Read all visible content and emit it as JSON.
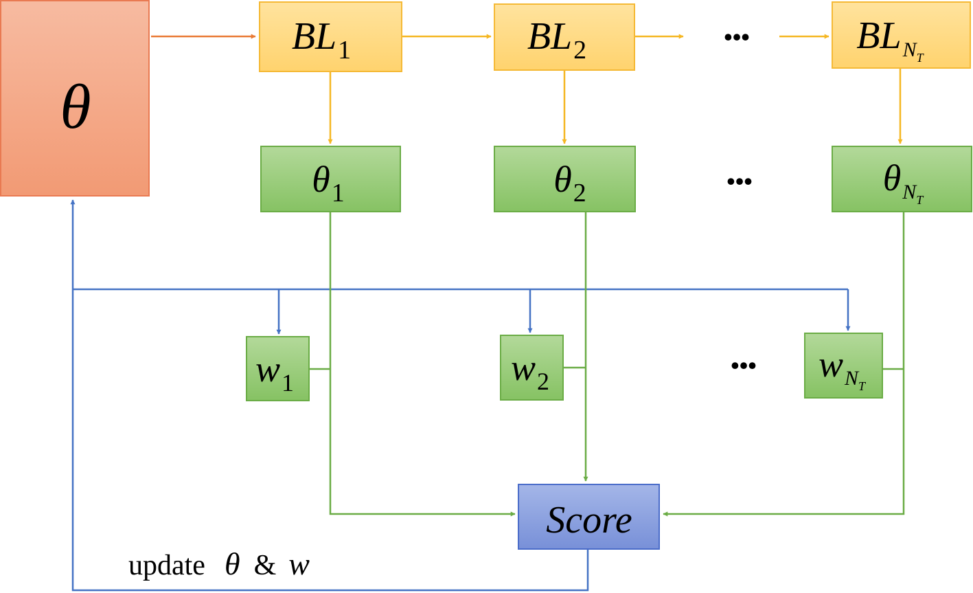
{
  "colors": {
    "theta_fill": "#F4A07E",
    "theta_fill_top": "#F7BBA1",
    "theta_stroke": "#E97A52",
    "bl_fill": "#FFD67A",
    "bl_fill_top": "#FFE39E",
    "bl_stroke": "#F5B935",
    "green_fill": "#8DC66B",
    "green_fill_top": "#B3D99A",
    "green_stroke": "#6AAC45",
    "score_fill": "#7E96DB",
    "score_fill_top": "#A4B6E8",
    "score_stroke": "#4A6CC9",
    "orange_line": "#E97A35",
    "yellow_line": "#F5B722",
    "green_line": "#6AAC45",
    "blue_line": "#4472C4"
  },
  "theta_block": {
    "symbol": "θ"
  },
  "stages": [
    {
      "bl_base": "BL",
      "bl_sub": "1",
      "theta_base": "θ",
      "theta_sub": "1",
      "w_base": "w",
      "w_sub": "1"
    },
    {
      "bl_base": "BL",
      "bl_sub": "2",
      "theta_base": "θ",
      "theta_sub": "2",
      "w_base": "w",
      "w_sub": "2"
    },
    {
      "bl_base": "BL",
      "bl_sub": "N",
      "bl_subsub": "T",
      "theta_base": "θ",
      "theta_sub": "N",
      "theta_subsub": "T",
      "w_base": "w",
      "w_sub": "N",
      "w_subsub": "T"
    }
  ],
  "ellipsis": "•••",
  "score": {
    "label": "Score"
  },
  "update": {
    "prefix": "update",
    "symbol_theta": "θ",
    "amp": "&",
    "symbol_w": "w"
  }
}
